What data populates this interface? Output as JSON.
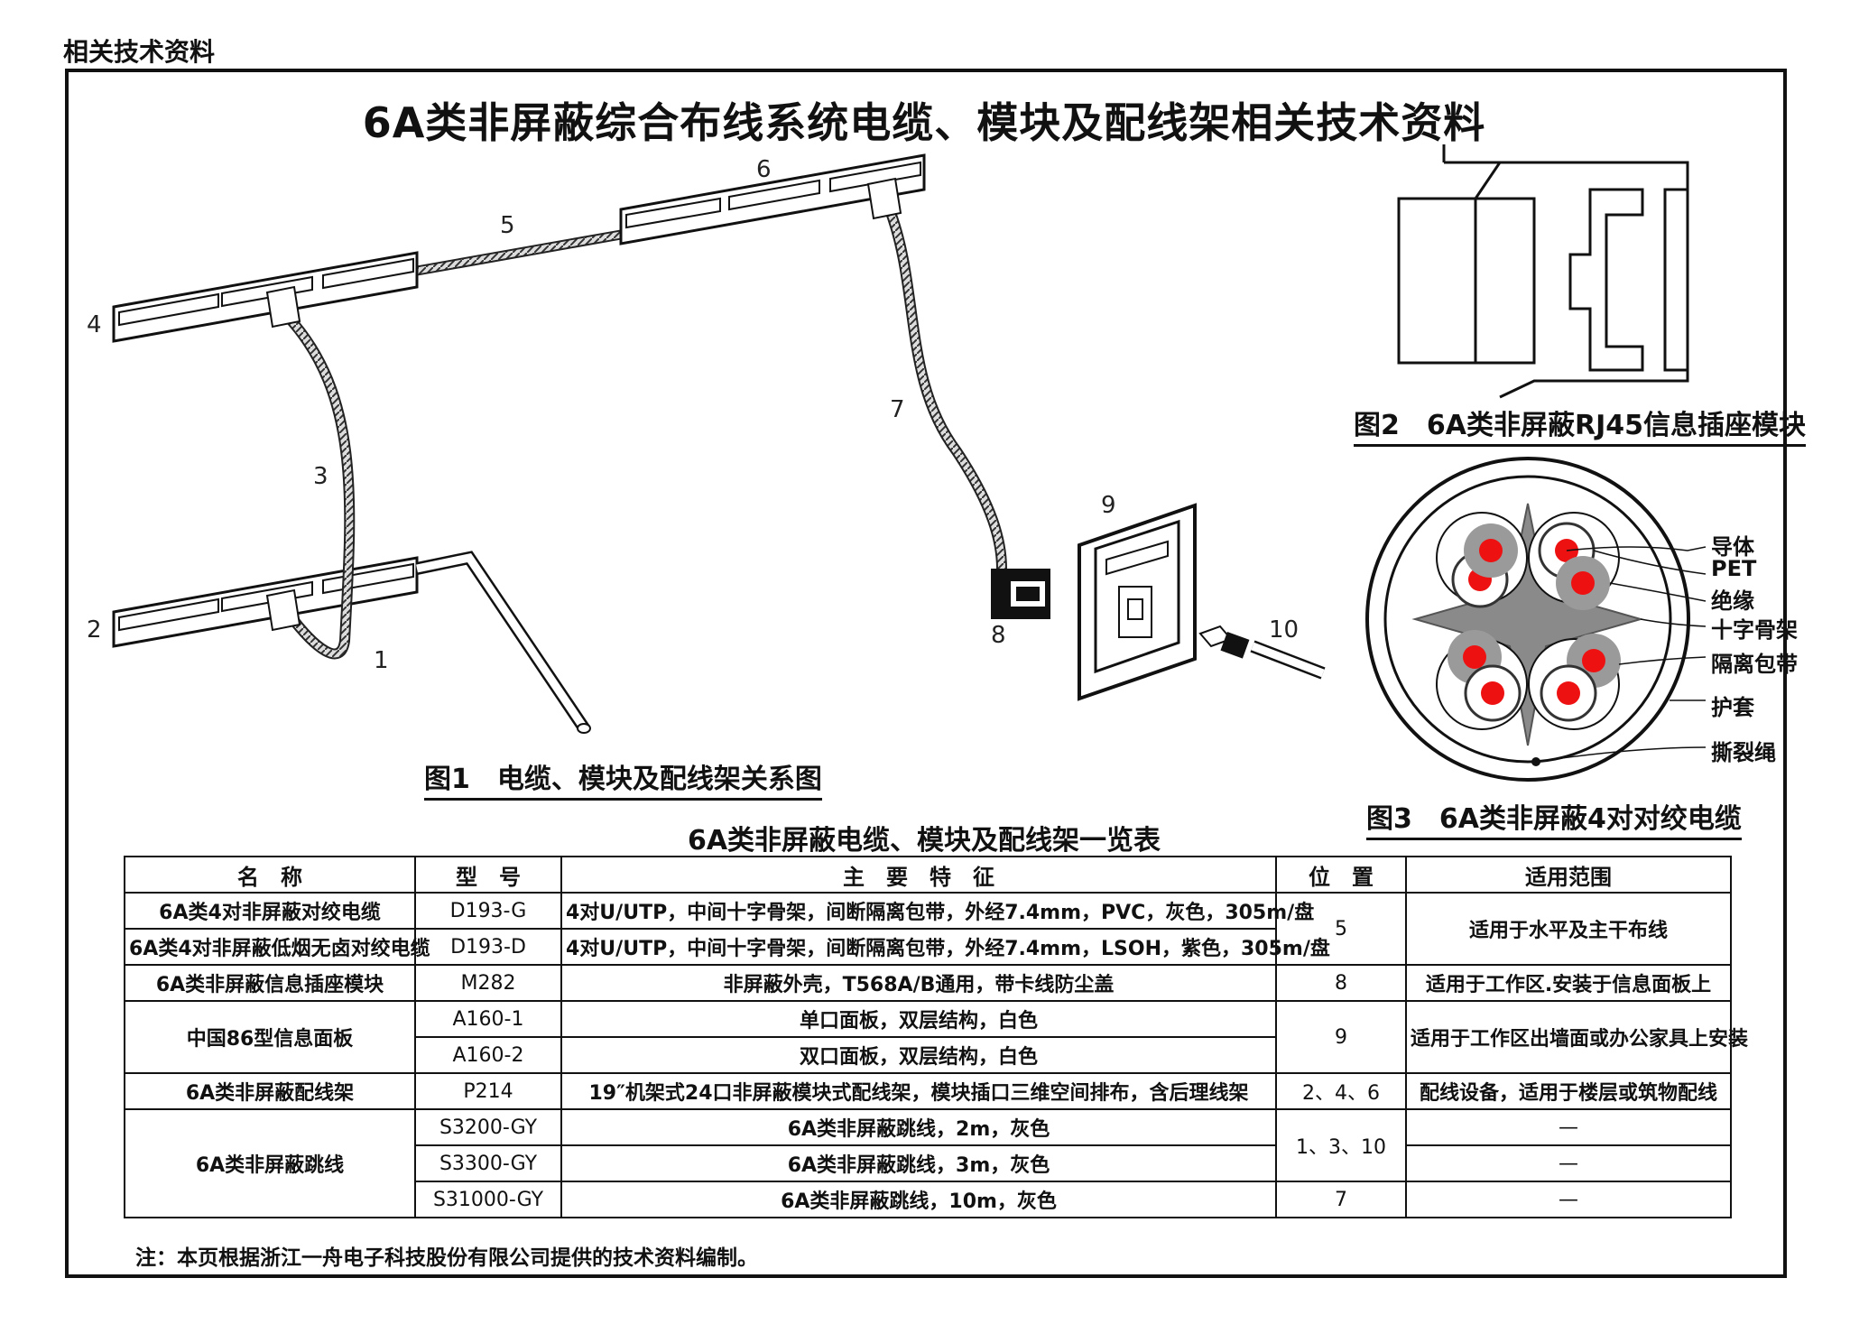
{
  "header_label": "相关技术资料",
  "main_title": "6A类非屏蔽综合布线系统电缆、模块及配线架相关技术资料",
  "fig1": {
    "caption": "图1　电缆、模块及配线架关系图",
    "labels": [
      "1",
      "2",
      "3",
      "4",
      "5",
      "6",
      "7",
      "8",
      "9",
      "10"
    ]
  },
  "fig2": {
    "caption": "图2　6A类非屏蔽RJ45信息插座模块"
  },
  "fig3": {
    "caption": "图3　6A类非屏蔽4对对绞电缆",
    "legend": [
      "导体",
      "PET",
      "绝缘",
      "十字骨架",
      "隔离包带",
      "护套",
      "撕裂绳"
    ]
  },
  "table": {
    "title": "6A类非屏蔽电缆、模块及配线架一览表",
    "headers": [
      "名　称",
      "型　号",
      "主　要　特　征",
      "位　置",
      "适用范围"
    ],
    "rows": [
      {
        "name": "6A类4对非屏蔽对绞电缆",
        "model": "D193-G",
        "feature": "4对U/UTP，中间十字骨架，间断隔离包带，外经7.4mm，PVC，灰色，305m/盘",
        "position": "5",
        "scope": "适用于水平及主干布线"
      },
      {
        "model": "D193-D",
        "name": "6A类4对非屏蔽低烟无卤对绞电缆",
        "feature": "4对U/UTP，中间十字骨架，间断隔离包带，外经7.4mm，LSOH，紫色，305m/盘"
      },
      {
        "name": "6A类非屏蔽信息插座模块",
        "model": "M282",
        "feature": "非屏蔽外壳，T568A/B通用，带卡线防尘盖",
        "position": "8",
        "scope": "适用于工作区.安装于信息面板上"
      },
      {
        "name": "中国86型信息面板",
        "model": "A160-1",
        "feature": "单口面板，双层结构，白色",
        "position": "9",
        "scope": "适用于工作区出墙面或办公家具上安装"
      },
      {
        "model": "A160-2",
        "feature": "双口面板，双层结构，白色"
      },
      {
        "name": "6A类非屏蔽配线架",
        "model": "P214",
        "feature": "19″机架式24口非屏蔽模块式配线架，模块插口三维空间排布，含后理线架",
        "position": "2、4、6",
        "scope": "配线设备，适用于楼层或筑物配线"
      },
      {
        "name": "6A类非屏蔽跳线",
        "model": "S3200-GY",
        "feature": "6A类非屏蔽跳线，2m，灰色",
        "position": "1、3、10",
        "scope": "—"
      },
      {
        "model": "S3300-GY",
        "feature": "6A类非屏蔽跳线，3m，灰色",
        "scope": "—"
      },
      {
        "model": "S31000-GY",
        "feature": "6A类非屏蔽跳线，10m，灰色",
        "position": "7",
        "scope": "—"
      }
    ]
  },
  "note": "注：本页根据浙江一舟电子科技股份有限公司提供的技术资料编制。",
  "colors": {
    "conductor": "#ee1111",
    "insulation": "#9a9a9a",
    "line": "#111111"
  }
}
